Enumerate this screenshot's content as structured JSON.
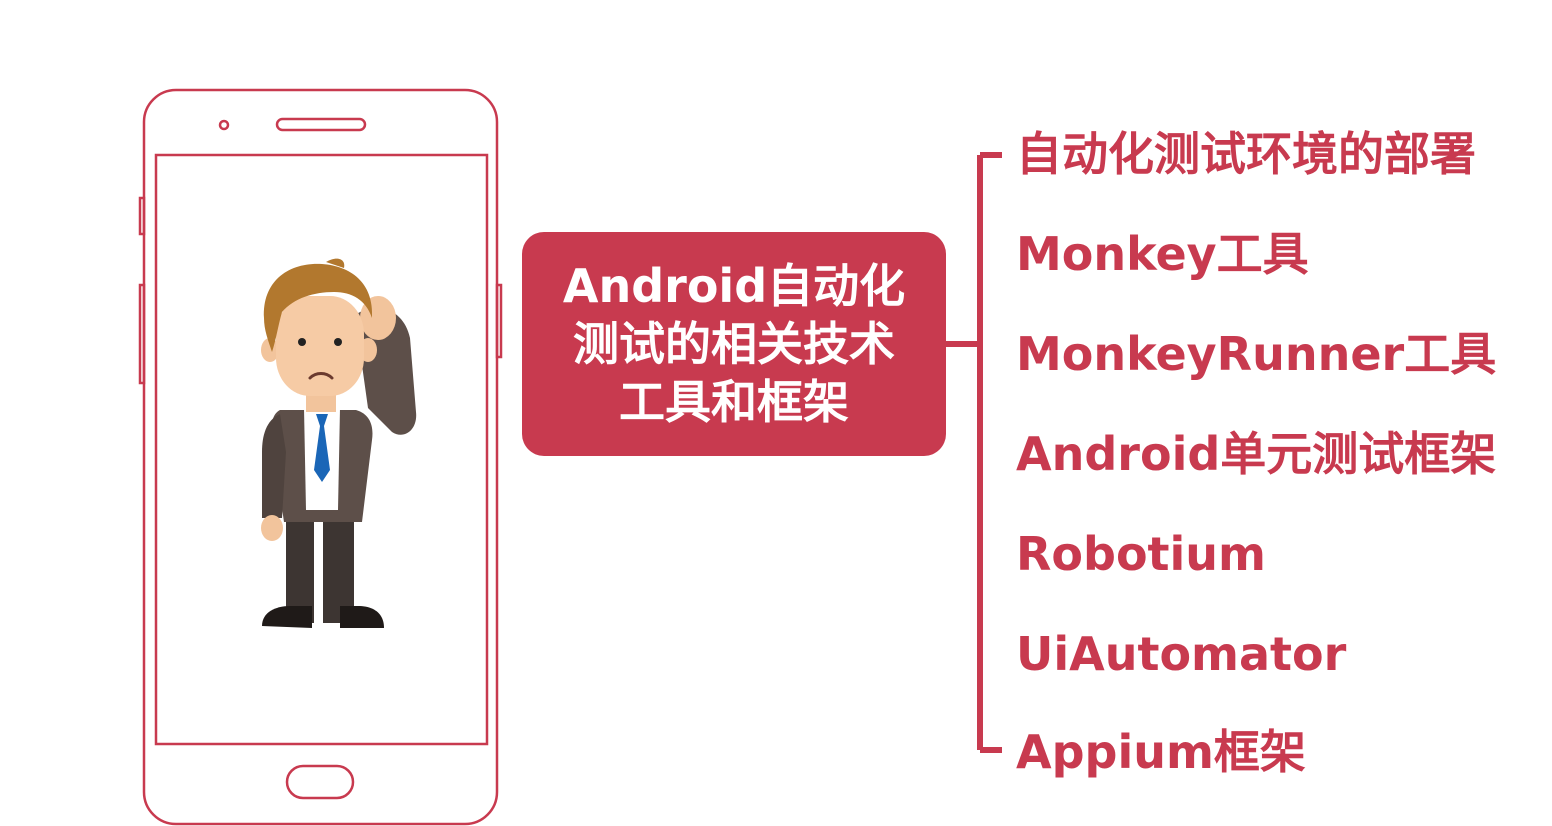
{
  "accent_color": "#c83a4f",
  "center_box": {
    "line1": "Android自动化",
    "line2": "测试的相关技术",
    "line3": "工具和框架"
  },
  "branches": [
    "自动化测试环境的部署",
    "Monkey工具",
    "MonkeyRunner工具",
    "Android单元测试框架",
    "Robotium",
    "UiAutomator",
    "Appium框架"
  ],
  "illustration": {
    "device": "smartphone-outline",
    "figure": "confused-businessman-scratching-head"
  }
}
